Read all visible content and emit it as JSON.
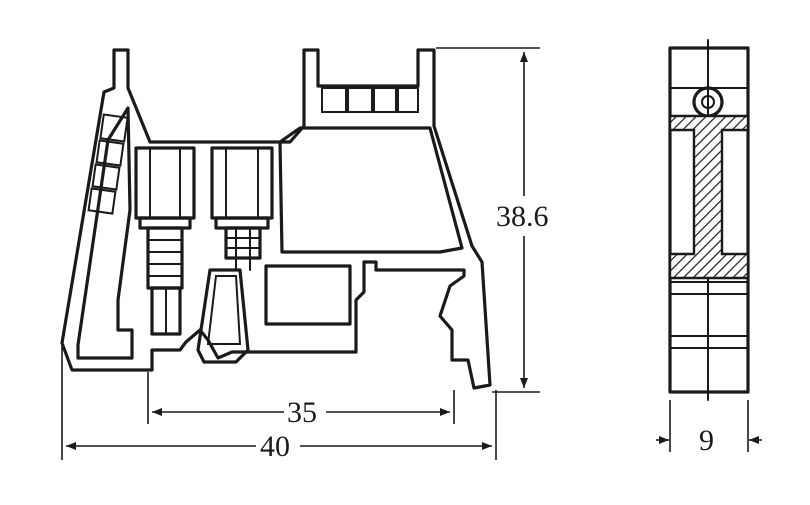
{
  "dimensions": {
    "height": "38.6",
    "rail": "35",
    "width": "40",
    "thickness": "9"
  }
}
